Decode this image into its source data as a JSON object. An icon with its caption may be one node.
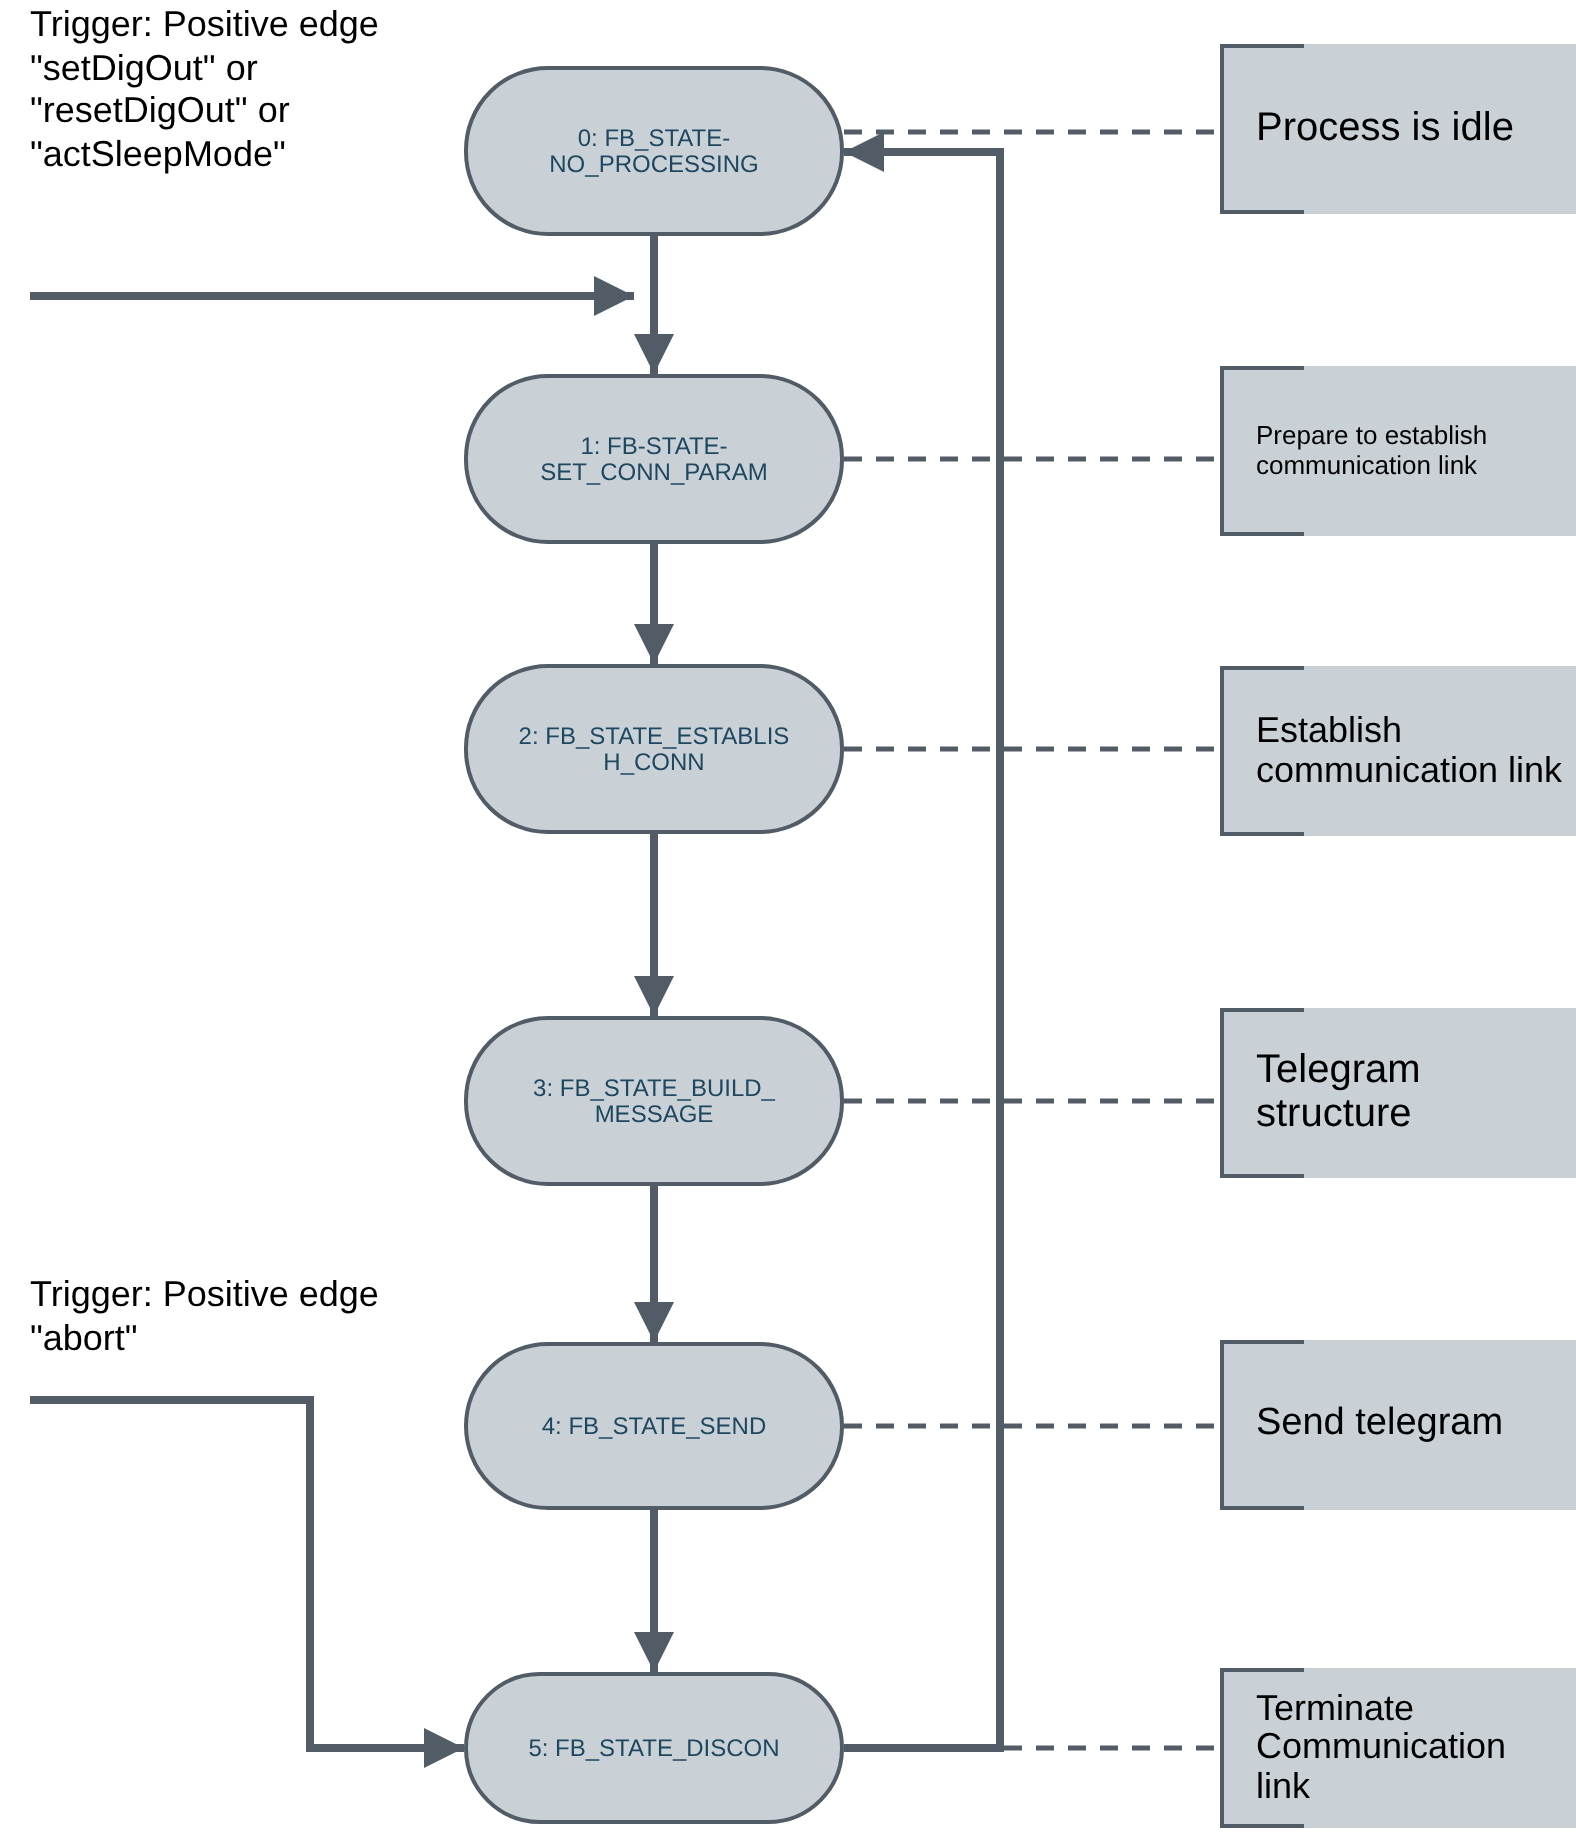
{
  "diagram": {
    "nodes": [
      {
        "text": [
          "0: FB_STATE- NO_PROCESSING"
        ]
      },
      {
        "text": [
          "1: FB-STATE- SET_CONN_PARAM"
        ]
      },
      {
        "text": [
          "2: FB_STATE_ESTABLIS H_CONN"
        ]
      },
      {
        "text": [
          "3: FB_STATE_BUILD_ MESSAGE"
        ]
      },
      {
        "text": [
          "4: FB_STATE_SEND"
        ]
      },
      {
        "text": [
          "5: FB_STATE_DISCON"
        ]
      },
      {
        "text": [
          "Process is idle"
        ]
      },
      {
        "text": [
          "Prepare to establish communication link"
        ]
      },
      {
        "text": [
          "Establish communication link"
        ]
      },
      {
        "text": [
          "Telegram structure"
        ]
      },
      {
        "text": [
          "Send telegram"
        ]
      },
      {
        "text": [
          "Terminate Communication link"
        ]
      }
    ],
    "edges": [
      {
        "from": 0,
        "to": 1,
        "arrow": "to"
      },
      {
        "from": 1,
        "to": 2,
        "arrow": "to"
      },
      {
        "from": 2,
        "to": 3,
        "arrow": "to"
      },
      {
        "from": 3,
        "to": 4,
        "arrow": "to"
      },
      {
        "from": 4,
        "to": 5,
        "arrow": "to"
      },
      {
        "from": 5,
        "to": 0,
        "arrow": "to"
      },
      {
        "from": null,
        "to": 1,
        "arrow": "to"
      },
      {
        "from": null,
        "to": 5,
        "arrow": "to"
      },
      {
        "from": 0,
        "to": 6,
        "arrow": "none",
        "style": "dashed"
      },
      {
        "from": 1,
        "to": 7,
        "arrow": "none",
        "style": "dashed"
      },
      {
        "from": 2,
        "to": 8,
        "arrow": "none",
        "style": "dashed"
      },
      {
        "from": 3,
        "to": 9,
        "arrow": "none",
        "style": "dashed"
      },
      {
        "from": 4,
        "to": 10,
        "arrow": "none",
        "style": "dashed"
      },
      {
        "from": 5,
        "to": 11,
        "arrow": "none",
        "style": "dashed"
      }
    ],
    "labels": [
      "Trigger: Positive edge \"setDigOut\" or \"resetDigOut\" or \"actSleepMode\"",
      "Trigger: Positive edge \"abort\""
    ]
  }
}
